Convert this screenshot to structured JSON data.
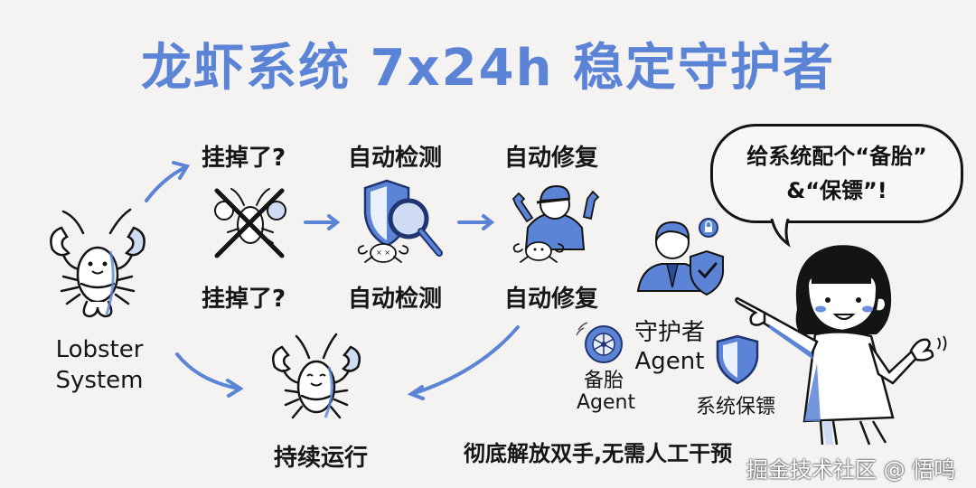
{
  "title": "龙虾系统 7x24h 稳定守护者",
  "colors": {
    "accent": "#5b84d6",
    "ink": "#141414",
    "background": "#f4f3f1",
    "skin_blush": "#6b8de0"
  },
  "flow": {
    "start": {
      "label_line1": "Lobster",
      "label_line2": "System",
      "icon": "lobster-icon"
    },
    "steps": [
      {
        "top_label": "挂掉了?",
        "bottom_label": "挂掉了?",
        "icon": "crossed-out-lobster-icon"
      },
      {
        "top_label": "自动检测",
        "bottom_label": "自动检测",
        "icon": "shield-magnifier-icon"
      },
      {
        "top_label": "自动修复",
        "bottom_label": "自动修复",
        "icon": "repair-worker-icon"
      }
    ],
    "end": {
      "label": "持续运行",
      "icon": "happy-lobster-icon"
    }
  },
  "speech_bubble": {
    "line1": "给系统配个“备胎”",
    "line2": "&“保镖”!"
  },
  "agents": {
    "guardian": {
      "line1": "守护者",
      "line2": "Agent",
      "icon": "guardian-agent-icon"
    },
    "backup": {
      "line1": "备胎",
      "line2": "Agent",
      "icon": "tire-icon"
    },
    "bodyguard": {
      "label": "系统保镖",
      "icon": "shield-icon"
    }
  },
  "footer": {
    "tagline": "彻底解放双手,无需人工干预",
    "watermark": "掘金技术社区 @ 悟鸣"
  }
}
